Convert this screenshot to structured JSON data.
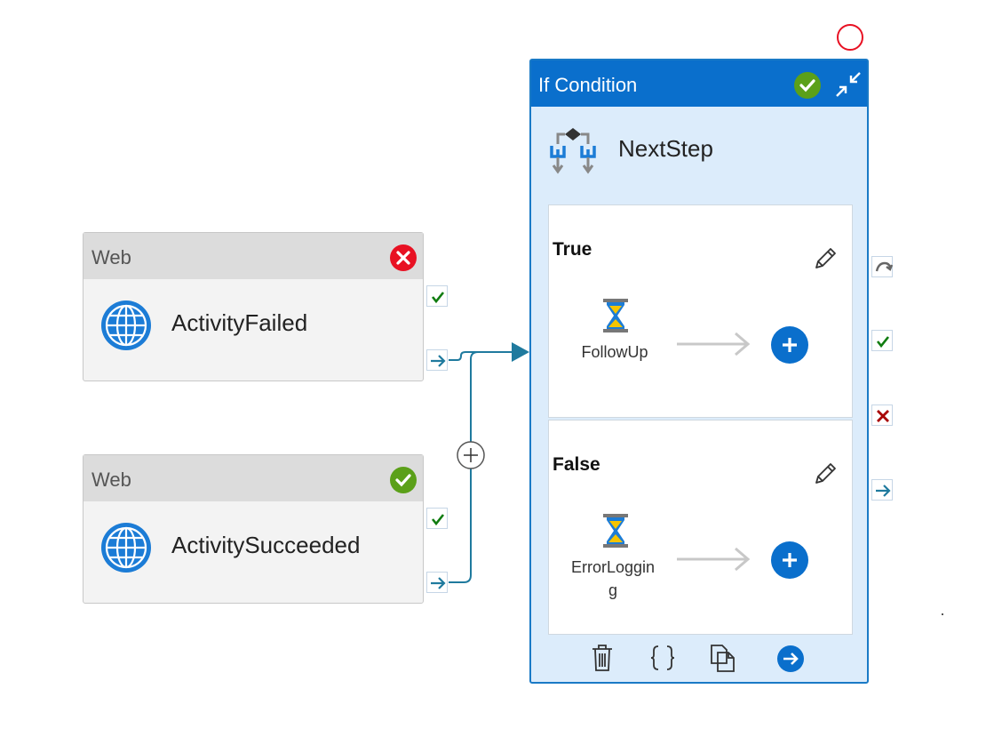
{
  "activities": [
    {
      "type": "Web",
      "name": "ActivityFailed",
      "status": "failed",
      "status_icon": "error-circle-icon"
    },
    {
      "type": "Web",
      "name": "ActivitySucceeded",
      "status": "succeeded",
      "status_icon": "success-circle-icon"
    }
  ],
  "if_condition": {
    "type": "If Condition",
    "name": "NextStep",
    "status_icon": "success-circle-icon",
    "collapse_icon": "collapse-arrows-icon",
    "branches": [
      {
        "label": "True",
        "activity": "FollowUp",
        "activity_icon": "hourglass-icon"
      },
      {
        "label": "False",
        "activity": "ErrorLogging",
        "activity_icon": "hourglass-icon"
      }
    ],
    "toolbar_icons": [
      "delete-icon",
      "code-braces-icon",
      "copy-icon",
      "navigate-arrow-icon"
    ]
  },
  "colors": {
    "accent": "#0a6fcc",
    "connector": "#1f7a9e",
    "success": "#5ba019",
    "error": "#e81123",
    "card_bg": "#f3f3f3",
    "container_bg": "#dcecfb"
  }
}
